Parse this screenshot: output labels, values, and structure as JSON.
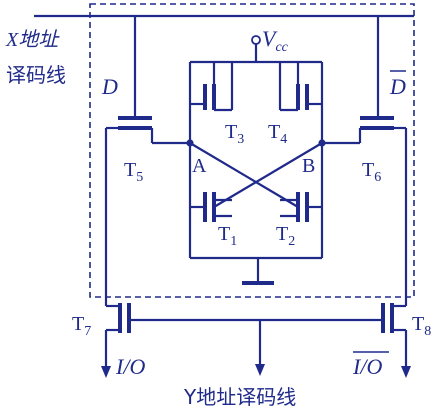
{
  "labels": {
    "x_decoder": "X地址",
    "x_decoder_line2": "译码线",
    "y_decoder": "Y地址译码线",
    "vcc_main": "V",
    "vcc_sub": "cc",
    "d": "D",
    "d_bar": "D",
    "node_a": "A",
    "node_b": "B",
    "io": "I/O",
    "io_bar": "I/O"
  },
  "transistors": [
    {
      "id": "T1",
      "name": "T",
      "sub": "1"
    },
    {
      "id": "T2",
      "name": "T",
      "sub": "2"
    },
    {
      "id": "T3",
      "name": "T",
      "sub": "3"
    },
    {
      "id": "T4",
      "name": "T",
      "sub": "4"
    },
    {
      "id": "T5",
      "name": "T",
      "sub": "5"
    },
    {
      "id": "T6",
      "name": "T",
      "sub": "6"
    },
    {
      "id": "T7",
      "name": "T",
      "sub": "7"
    },
    {
      "id": "T8",
      "name": "T",
      "sub": "8"
    }
  ],
  "colors": {
    "ink": "#1f2a8a"
  }
}
